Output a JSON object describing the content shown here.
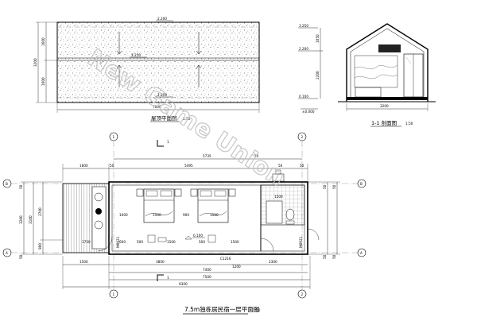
{
  "watermark": "New Game Union",
  "roof_plan": {
    "title": "屋顶平面图",
    "scale": "1:50",
    "level_top": "2.200",
    "level_mid": "3.250",
    "level_bottom": "2.200",
    "dim_total": "7800",
    "dim_left_total": "3200",
    "dim_left_upper": "1600",
    "dim_left_lower": "1600"
  },
  "section": {
    "title": "1-1 剖面图",
    "scale": "1:50",
    "level_ridge": "3.250",
    "level_eave": "2.200",
    "level_floor": "0.100",
    "level_ground": "±0.000",
    "dim_width": "3200",
    "dim_v1": "1050",
    "dim_v2": "2200"
  },
  "floor_plan": {
    "title": "7.5m独栋居民宿一层平面图",
    "scale": "1:50",
    "grid_top_left": "1",
    "grid_top_right": "2",
    "grid_bottom_left": "1",
    "grid_bottom_right": "2",
    "grid_row_top": "B",
    "grid_row_bottom": "A",
    "section_mark_top": "1",
    "section_mark_bottom": "1",
    "dims_top": [
      "5735",
      "1800",
      "50",
      "5495",
      "50",
      "50",
      "10"
    ],
    "dims_bottom": [
      "1500",
      "3800",
      "1200",
      "2300",
      "7400",
      "7500",
      "9300"
    ],
    "dims_left": [
      "3200",
      "50",
      "3100",
      "2700",
      "900",
      "50"
    ],
    "dims_right": [
      "50",
      "50",
      "50",
      "50"
    ],
    "dims_inner": [
      "1000",
      "1500",
      "900",
      "1500",
      "500",
      "1500",
      "500",
      "1500"
    ],
    "level_mark": "0.100",
    "label_door_left": "M0921",
    "label_door_right": "M0921",
    "label_window": "C1216",
    "label_small_1": "600",
    "label_small_2": "1500",
    "label_small_3": "1750"
  }
}
